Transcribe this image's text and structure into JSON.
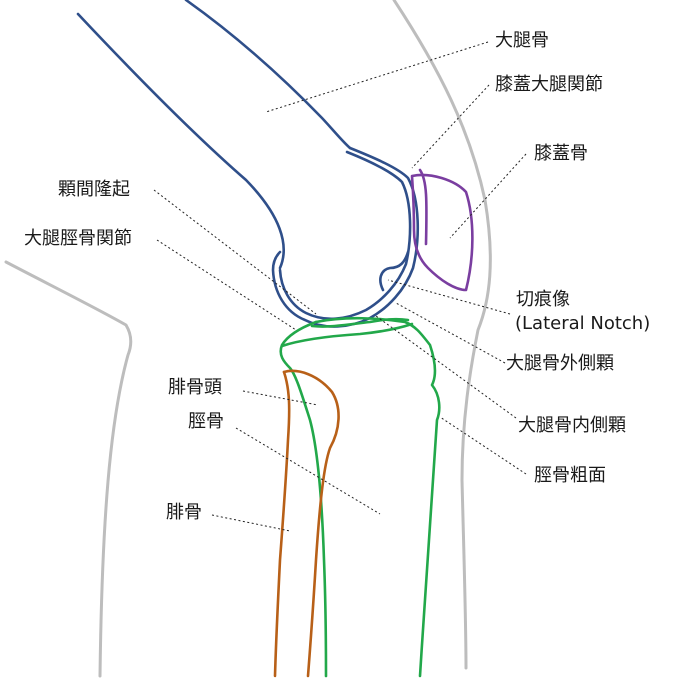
{
  "colors": {
    "femur": "#2f4f8a",
    "patella": "#7a3ea0",
    "tibia": "#22a84a",
    "fibula": "#b86018",
    "skin": "#bdbdbd",
    "leader": "#222222"
  },
  "labels": {
    "femur": "大腿骨",
    "patellofemoral_joint": "膝蓋大腿関節",
    "patella": "膝蓋骨",
    "intercondylar_eminence": "顆間隆起",
    "femorotibial_joint": "大腿脛骨関節",
    "lateral_notch_jp": "切痕像",
    "lateral_notch_en": "(Lateral Notch)",
    "lateral_condyle": "大腿骨外側顆",
    "medial_condyle": "大腿骨内側顆",
    "tibial_tuberosity": "脛骨粗面",
    "fibular_head": "腓骨頭",
    "tibia": "脛骨",
    "fibula": "腓骨"
  }
}
